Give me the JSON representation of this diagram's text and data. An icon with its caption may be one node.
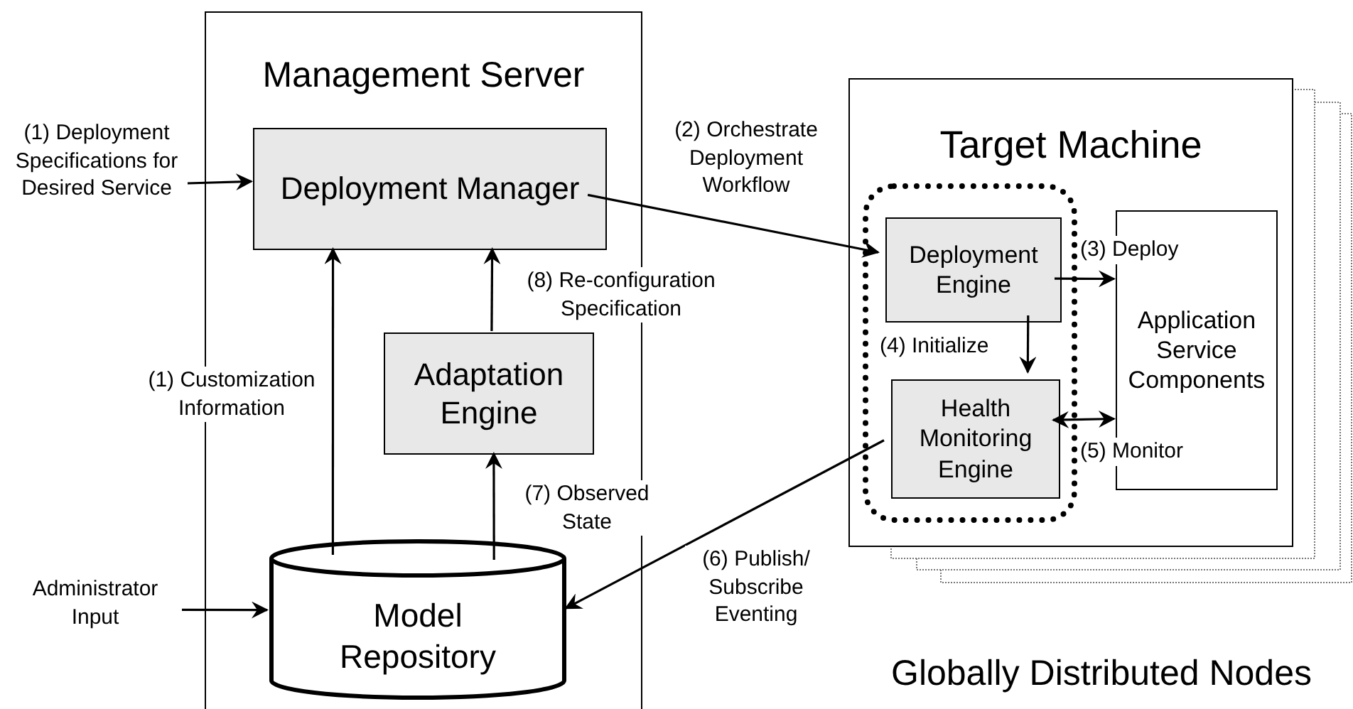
{
  "diagram": {
    "nodes": [
      {
        "text": [
          "Management Server"
        ]
      },
      {
        "text": [
          "Deployment Manager"
        ],
        "in": 0
      },
      {
        "text": [
          "Adaptation Engine"
        ],
        "in": 0
      },
      {
        "text": [
          "Model Repository"
        ],
        "in": 0
      },
      {
        "text": [
          "Target Machine"
        ]
      },
      {
        "text": [],
        "shape": "box",
        "in": 4
      },
      {
        "text": [
          "Deployment Engine"
        ],
        "in": 5
      },
      {
        "text": [
          "Health Monitoring Engine"
        ],
        "in": 5
      },
      {
        "text": [
          "Application Service Components"
        ],
        "in": 4
      },
      {
        "text": [
          "(1) Deployment Specifications for Desired Service"
        ]
      },
      {
        "text": [
          "Administrator Input"
        ]
      }
    ],
    "edges": [
      {
        "from": 9,
        "to": 1,
        "arrow": "to"
      },
      {
        "from": 10,
        "to": 3,
        "arrow": "to"
      },
      {
        "from": 3,
        "to": 1,
        "arrow": "to",
        "label": "(1) Customization Information"
      },
      {
        "from": 3,
        "to": 2,
        "arrow": "to",
        "label": "(7) Observed State"
      },
      {
        "from": 2,
        "to": 1,
        "arrow": "to",
        "label": "(8) Re-configuration Specification"
      },
      {
        "from": 1,
        "to": 6,
        "arrow": "to",
        "label": "(2) Orchestrate Deployment Workflow"
      },
      {
        "from": 6,
        "to": 8,
        "arrow": "to",
        "label": "(3) Deploy"
      },
      {
        "from": 6,
        "to": 7,
        "arrow": "to",
        "label": "(4) Initialize"
      },
      {
        "from": 7,
        "to": 8,
        "arrow": "both",
        "label": "(5) Monitor"
      },
      {
        "from": 7,
        "to": 3,
        "arrow": "to",
        "label": "(6) Publish/ Subscribe Eventing"
      }
    ],
    "labels": [
      "Globally Distributed Nodes"
    ]
  }
}
